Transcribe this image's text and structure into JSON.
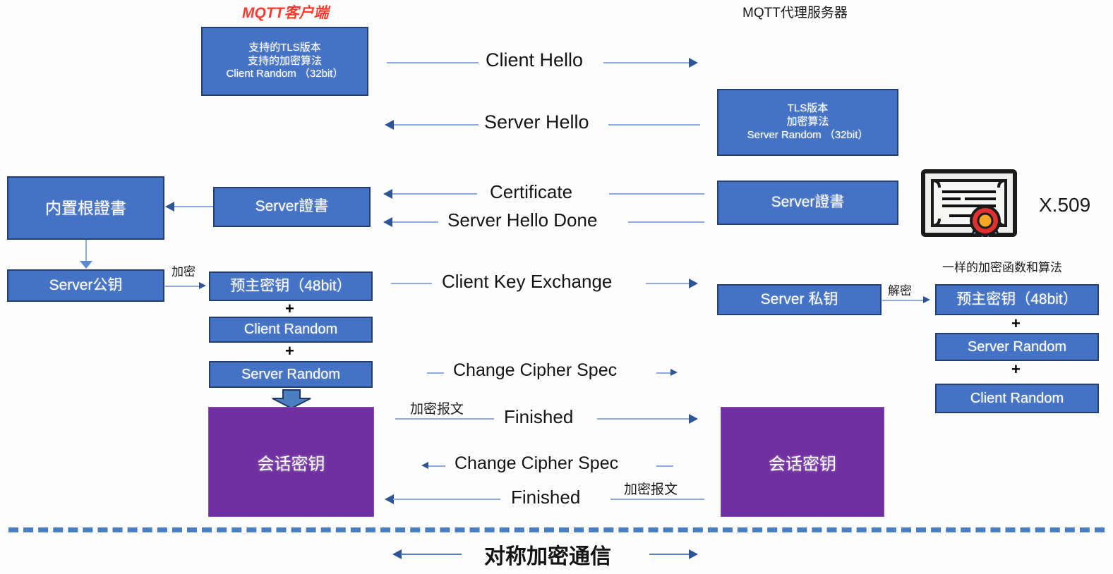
{
  "diagram": {
    "title_client": "MQTT客户端",
    "title_server": "MQTT代理服务器",
    "colors": {
      "box_blue": "#4472c4",
      "box_blue_border": "#25406e",
      "box_purple": "#7030a0",
      "arrow_blue": "#8faadc",
      "arrow_head": "#2f5597",
      "client_title_red": "#ff3b30",
      "dash_line": "#4a7ec4"
    }
  },
  "client_boxes": {
    "hello": {
      "line1": "支持的TLS版本",
      "line2": "支持的加密算法",
      "line3": "Client Random （32bit）"
    },
    "root_cert": "内置根證書",
    "server_cert": "Server證書",
    "server_pubkey": "Server公钥",
    "pre_master": "预主密钥（48bit）",
    "client_random": "Client Random",
    "server_random": "Server Random",
    "session_key": "会话密钥",
    "encrypt_label": "加密"
  },
  "server_boxes": {
    "hello": {
      "line1": "TLS版本",
      "line2": "加密算法",
      "line3": "Server Random （32bit）"
    },
    "server_cert": "Server證書",
    "server_privkey": "Server 私钥",
    "pre_master": "预主密钥（48bit）",
    "server_random": "Server Random",
    "client_random": "Client Random",
    "session_key": "会话密钥",
    "decrypt_label": "解密",
    "same_algo_label": "一样的加密函数和算法"
  },
  "cert_icon": {
    "name": "x509-certificate-icon",
    "label": "X.509"
  },
  "messages": [
    {
      "id": "client-hello",
      "text": "Client Hello",
      "direction": "right"
    },
    {
      "id": "server-hello",
      "text": "Server Hello",
      "direction": "left"
    },
    {
      "id": "certificate",
      "text": "Certificate",
      "direction": "left"
    },
    {
      "id": "server-hello-done",
      "text": "Server Hello Done",
      "direction": "left"
    },
    {
      "id": "client-key-exchange",
      "text": "Client Key Exchange",
      "direction": "right"
    },
    {
      "id": "change-cipher-spec-c",
      "text": "Change Cipher Spec",
      "direction": "right"
    },
    {
      "id": "finished-c",
      "text": "Finished",
      "direction": "right"
    },
    {
      "id": "change-cipher-spec-s",
      "text": "Change Cipher Spec",
      "direction": "left"
    },
    {
      "id": "finished-s",
      "text": "Finished",
      "direction": "left"
    }
  ],
  "annotations": {
    "encrypted_msg_top": "加密报文",
    "encrypted_msg_bottom": "加密报文",
    "plus": "+"
  },
  "footer": {
    "text": "对称加密通信"
  }
}
